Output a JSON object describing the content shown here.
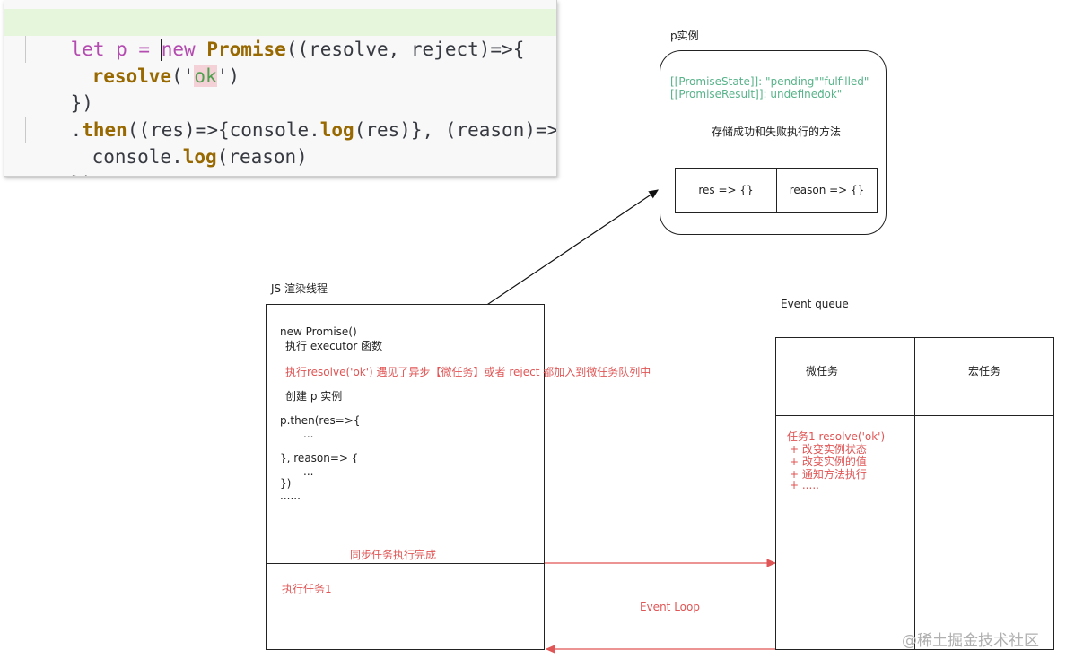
{
  "code": {
    "lines": [
      {
        "t1": "let p = ",
        "t2": "new ",
        "t3": "Promise",
        "t4": "((resolve, reject)=>{"
      },
      {
        "fn": "resolve",
        "a": "('",
        "s": "ok",
        "b": "')"
      },
      {
        "text": "})"
      },
      {
        "a": ".",
        "fn": "then",
        "b": "((res)=>{console.",
        "fn2": "log",
        "c": "(res)}, (reason)=>{"
      },
      {
        "a": "console.",
        "fn": "log",
        "b": "(reason)"
      },
      {
        "text": "})"
      }
    ]
  },
  "instance": {
    "title": "p实例",
    "state_label": "[[PromiseState]]: \"pending\"",
    "state_value": "\"fulfilled\"",
    "result_label": "[[PromiseResult]]: undefined",
    "result_value": "\"ok\"",
    "store_note": "存储成功和失败执行的方法",
    "res_cell": "res => {}",
    "reason_cell": "reason => {}"
  },
  "thread": {
    "title": "JS 渲染线程",
    "line1": "new Promise()",
    "line2": "执行 executor 函数",
    "resolve_note": "执行resolve('ok')  遇见了异步【微任务】或者 reject 都加入到微任务队列中",
    "create_note": "创建 p 实例",
    "then1": "p.then(res=>{",
    "dots1": "...",
    "then2": "}, reason=> {",
    "dots2": "...",
    "then3": "})",
    "dots3": "......",
    "sync_done": "同步任务执行完成",
    "exec_task": "执行任务1"
  },
  "queue": {
    "title": "Event queue",
    "micro": "微任务",
    "macro": "宏任务",
    "task_title": "任务1 resolve('ok')",
    "task_items": [
      "+ 改变实例状态",
      "+ 改变实例的值",
      "+ 通知方法执行",
      "+ ....."
    ]
  },
  "event_loop": "Event Loop",
  "watermark": "@稀土掘金技术社区",
  "colors": {
    "red": "#e05555",
    "green": "#58b38a",
    "keyword": "#b44bb0",
    "function": "#986801"
  }
}
